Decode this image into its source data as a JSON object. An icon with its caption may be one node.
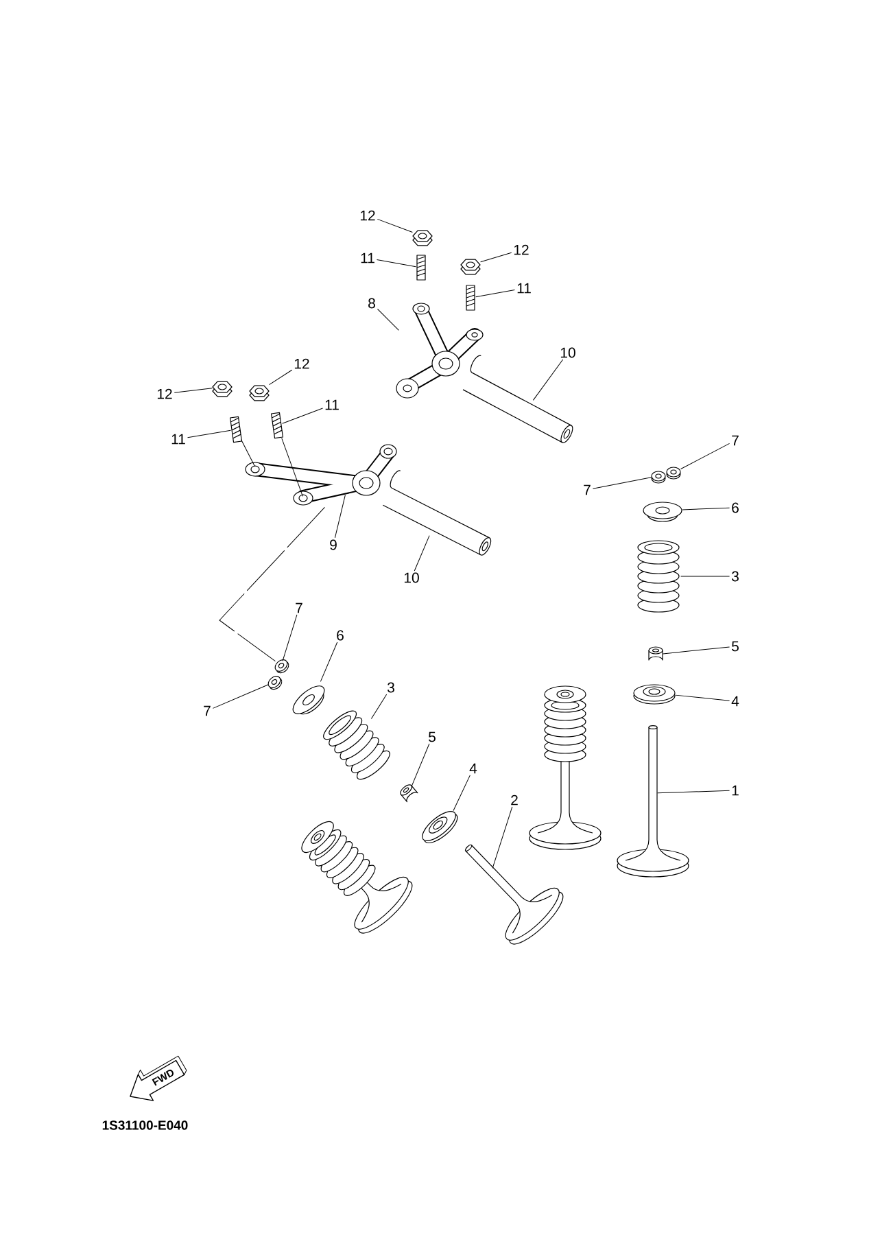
{
  "diagram": {
    "nodes": [
      {
        "text": [
          "12"
        ]
      },
      {
        "text": [],
        "shape": "picture"
      },
      {
        "text": [
          "11"
        ]
      },
      {
        "text": [],
        "shape": "picture"
      },
      {
        "text": [
          "12"
        ]
      },
      {
        "text": [],
        "shape": "picture"
      },
      {
        "text": [
          "11"
        ]
      },
      {
        "text": [],
        "shape": "picture"
      },
      {
        "text": [
          "8"
        ]
      },
      {
        "text": [],
        "shape": "picture"
      },
      {
        "text": [
          "10"
        ]
      },
      {
        "text": [],
        "shape": "picture"
      },
      {
        "text": [
          "12"
        ]
      },
      {
        "text": [],
        "shape": "picture"
      },
      {
        "text": [
          "12"
        ]
      },
      {
        "text": [],
        "shape": "picture"
      },
      {
        "text": [
          "11"
        ]
      },
      {
        "text": [],
        "shape": "picture"
      },
      {
        "text": [
          "11"
        ]
      },
      {
        "text": [],
        "shape": "picture"
      },
      {
        "text": [
          "7"
        ]
      },
      {
        "text": [],
        "shape": "picture"
      },
      {
        "text": [
          "7"
        ]
      },
      {
        "text": [],
        "shape": "picture"
      },
      {
        "text": [
          "6"
        ]
      },
      {
        "text": [],
        "shape": "picture"
      },
      {
        "text": [
          "9"
        ]
      },
      {
        "text": [],
        "shape": "picture"
      },
      {
        "text": [
          "3"
        ]
      },
      {
        "text": [],
        "shape": "picture"
      },
      {
        "text": [
          "10"
        ]
      },
      {
        "text": [],
        "shape": "picture"
      },
      {
        "text": [
          "7"
        ]
      },
      {
        "text": [],
        "shape": "picture"
      },
      {
        "text": [
          "6"
        ]
      },
      {
        "text": [],
        "shape": "picture"
      },
      {
        "text": [
          "5"
        ]
      },
      {
        "text": [],
        "shape": "picture"
      },
      {
        "text": [
          "3"
        ]
      },
      {
        "text": [],
        "shape": "picture"
      },
      {
        "text": [
          "4"
        ]
      },
      {
        "text": [],
        "shape": "picture"
      },
      {
        "text": [
          "7"
        ]
      },
      {
        "text": [],
        "shape": "picture"
      },
      {
        "text": [
          "5"
        ]
      },
      {
        "text": [],
        "shape": "picture"
      },
      {
        "text": [
          "4"
        ]
      },
      {
        "text": [],
        "shape": "picture"
      },
      {
        "text": [
          "1"
        ]
      },
      {
        "text": [],
        "shape": "picture"
      },
      {
        "text": [
          "2"
        ]
      },
      {
        "text": [],
        "shape": "picture"
      }
    ],
    "edges": [
      {
        "from": 0,
        "to": 1,
        "arrow": "none"
      },
      {
        "from": 2,
        "to": 3,
        "arrow": "none"
      },
      {
        "from": 4,
        "to": 5,
        "arrow": "none"
      },
      {
        "from": 6,
        "to": 7,
        "arrow": "none"
      },
      {
        "from": 8,
        "to": 9,
        "arrow": "none"
      },
      {
        "from": 10,
        "to": 11,
        "arrow": "none"
      },
      {
        "from": 12,
        "to": 13,
        "arrow": "none"
      },
      {
        "from": 14,
        "to": 15,
        "arrow": "none"
      },
      {
        "from": 16,
        "to": 17,
        "arrow": "none"
      },
      {
        "from": 18,
        "to": 19,
        "arrow": "none"
      },
      {
        "from": 20,
        "to": 21,
        "arrow": "none"
      },
      {
        "from": 22,
        "to": 23,
        "arrow": "none"
      },
      {
        "from": 24,
        "to": 25,
        "arrow": "none"
      },
      {
        "from": 26,
        "to": 27,
        "arrow": "none"
      },
      {
        "from": 28,
        "to": 29,
        "arrow": "none"
      },
      {
        "from": 30,
        "to": 31,
        "arrow": "none"
      },
      {
        "from": 32,
        "to": 33,
        "arrow": "none"
      },
      {
        "from": 34,
        "to": 35,
        "arrow": "none"
      },
      {
        "from": 36,
        "to": 37,
        "arrow": "none"
      },
      {
        "from": 38,
        "to": 39,
        "arrow": "none"
      },
      {
        "from": 40,
        "to": 41,
        "arrow": "none"
      },
      {
        "from": 42,
        "to": 43,
        "arrow": "none"
      },
      {
        "from": 44,
        "to": 45,
        "arrow": "none"
      },
      {
        "from": 46,
        "to": 47,
        "arrow": "none"
      },
      {
        "from": 48,
        "to": 49,
        "arrow": "none"
      },
      {
        "from": 50,
        "to": 51,
        "arrow": "none"
      },
      {
        "from": 19,
        "to": 27,
        "arrow": "none"
      },
      {
        "from": 17,
        "to": 27,
        "arrow": "none"
      },
      {
        "from": 27,
        "to": 33,
        "arrow": "none",
        "style": "dashed"
      }
    ],
    "labels": [
      "FWD",
      "1S31100-E040"
    ]
  }
}
